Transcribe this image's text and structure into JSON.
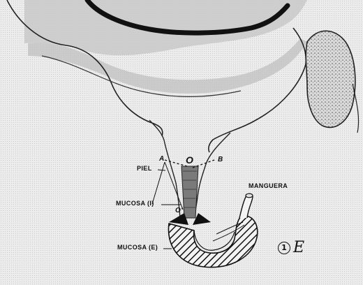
{
  "figure": {
    "labels": {
      "piel": "PIEL",
      "mucosa_i": "MUCOSA (I)",
      "mucosa_e": "MUCOSA (E)",
      "manguera": "MANGUERA"
    },
    "points": {
      "a": "A",
      "b": "B",
      "o": "O",
      "o_prime": "O'"
    },
    "figure_number": "1",
    "figure_letter": "E"
  }
}
